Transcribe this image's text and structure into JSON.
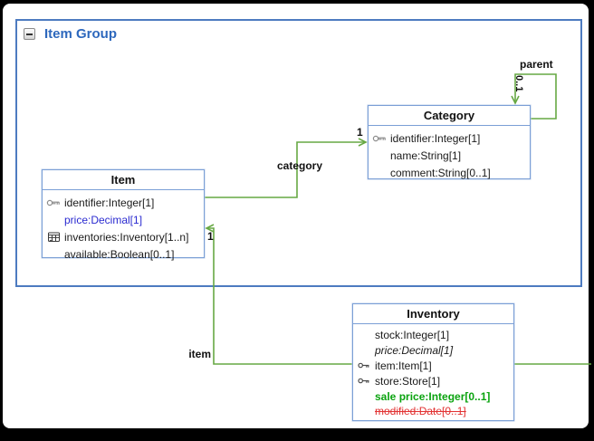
{
  "group": {
    "title": "Item Group",
    "collapse_icon": "minus-box-icon",
    "title_color": "#2d68bd",
    "border_color": "#4d7bc0"
  },
  "classes": {
    "item": {
      "title": "Item",
      "attributes": [
        {
          "text": "identifier:Integer[1]",
          "icon": "key-icon",
          "style": "normal"
        },
        {
          "text": "price:Decimal[1]",
          "icon": null,
          "style": "blue"
        },
        {
          "text": "inventories:Inventory[1..n]",
          "icon": "table-icon",
          "style": "normal"
        },
        {
          "text": "available:Boolean[0..1]",
          "icon": null,
          "style": "normal"
        }
      ]
    },
    "category": {
      "title": "Category",
      "attributes": [
        {
          "text": "identifier:Integer[1]",
          "icon": "key-icon",
          "style": "normal"
        },
        {
          "text": "name:String[1]",
          "icon": null,
          "style": "normal"
        },
        {
          "text": "comment:String[0..1]",
          "icon": null,
          "style": "normal"
        }
      ]
    },
    "inventory": {
      "title": "Inventory",
      "attributes": [
        {
          "text": "stock:Integer[1]",
          "icon": null,
          "style": "normal"
        },
        {
          "text": "price:Decimal[1]",
          "icon": null,
          "style": "italic"
        },
        {
          "text": "item:Item[1]",
          "icon": "reference-icon",
          "style": "normal"
        },
        {
          "text": "store:Store[1]",
          "icon": "reference-icon",
          "style": "normal"
        },
        {
          "text": "sale price:Integer[0..1]",
          "icon": null,
          "style": "green-bold"
        },
        {
          "text": "modified:Date[0..1]",
          "icon": null,
          "style": "red-strikethrough"
        }
      ]
    }
  },
  "edges": {
    "category": {
      "label": "category",
      "multiplicity": "1"
    },
    "parent": {
      "label": "parent",
      "multiplicity": "0..1"
    },
    "item": {
      "label": "item",
      "multiplicity": "1"
    },
    "store": {
      "label": "",
      "multiplicity": ""
    }
  },
  "colors": {
    "edge_green": "#67a844",
    "class_border": "#7b9fd6",
    "group_border": "#4d7bc0",
    "attr_blue": "#2a2ad0",
    "attr_green": "#0aa30f",
    "attr_red": "#e23232"
  }
}
